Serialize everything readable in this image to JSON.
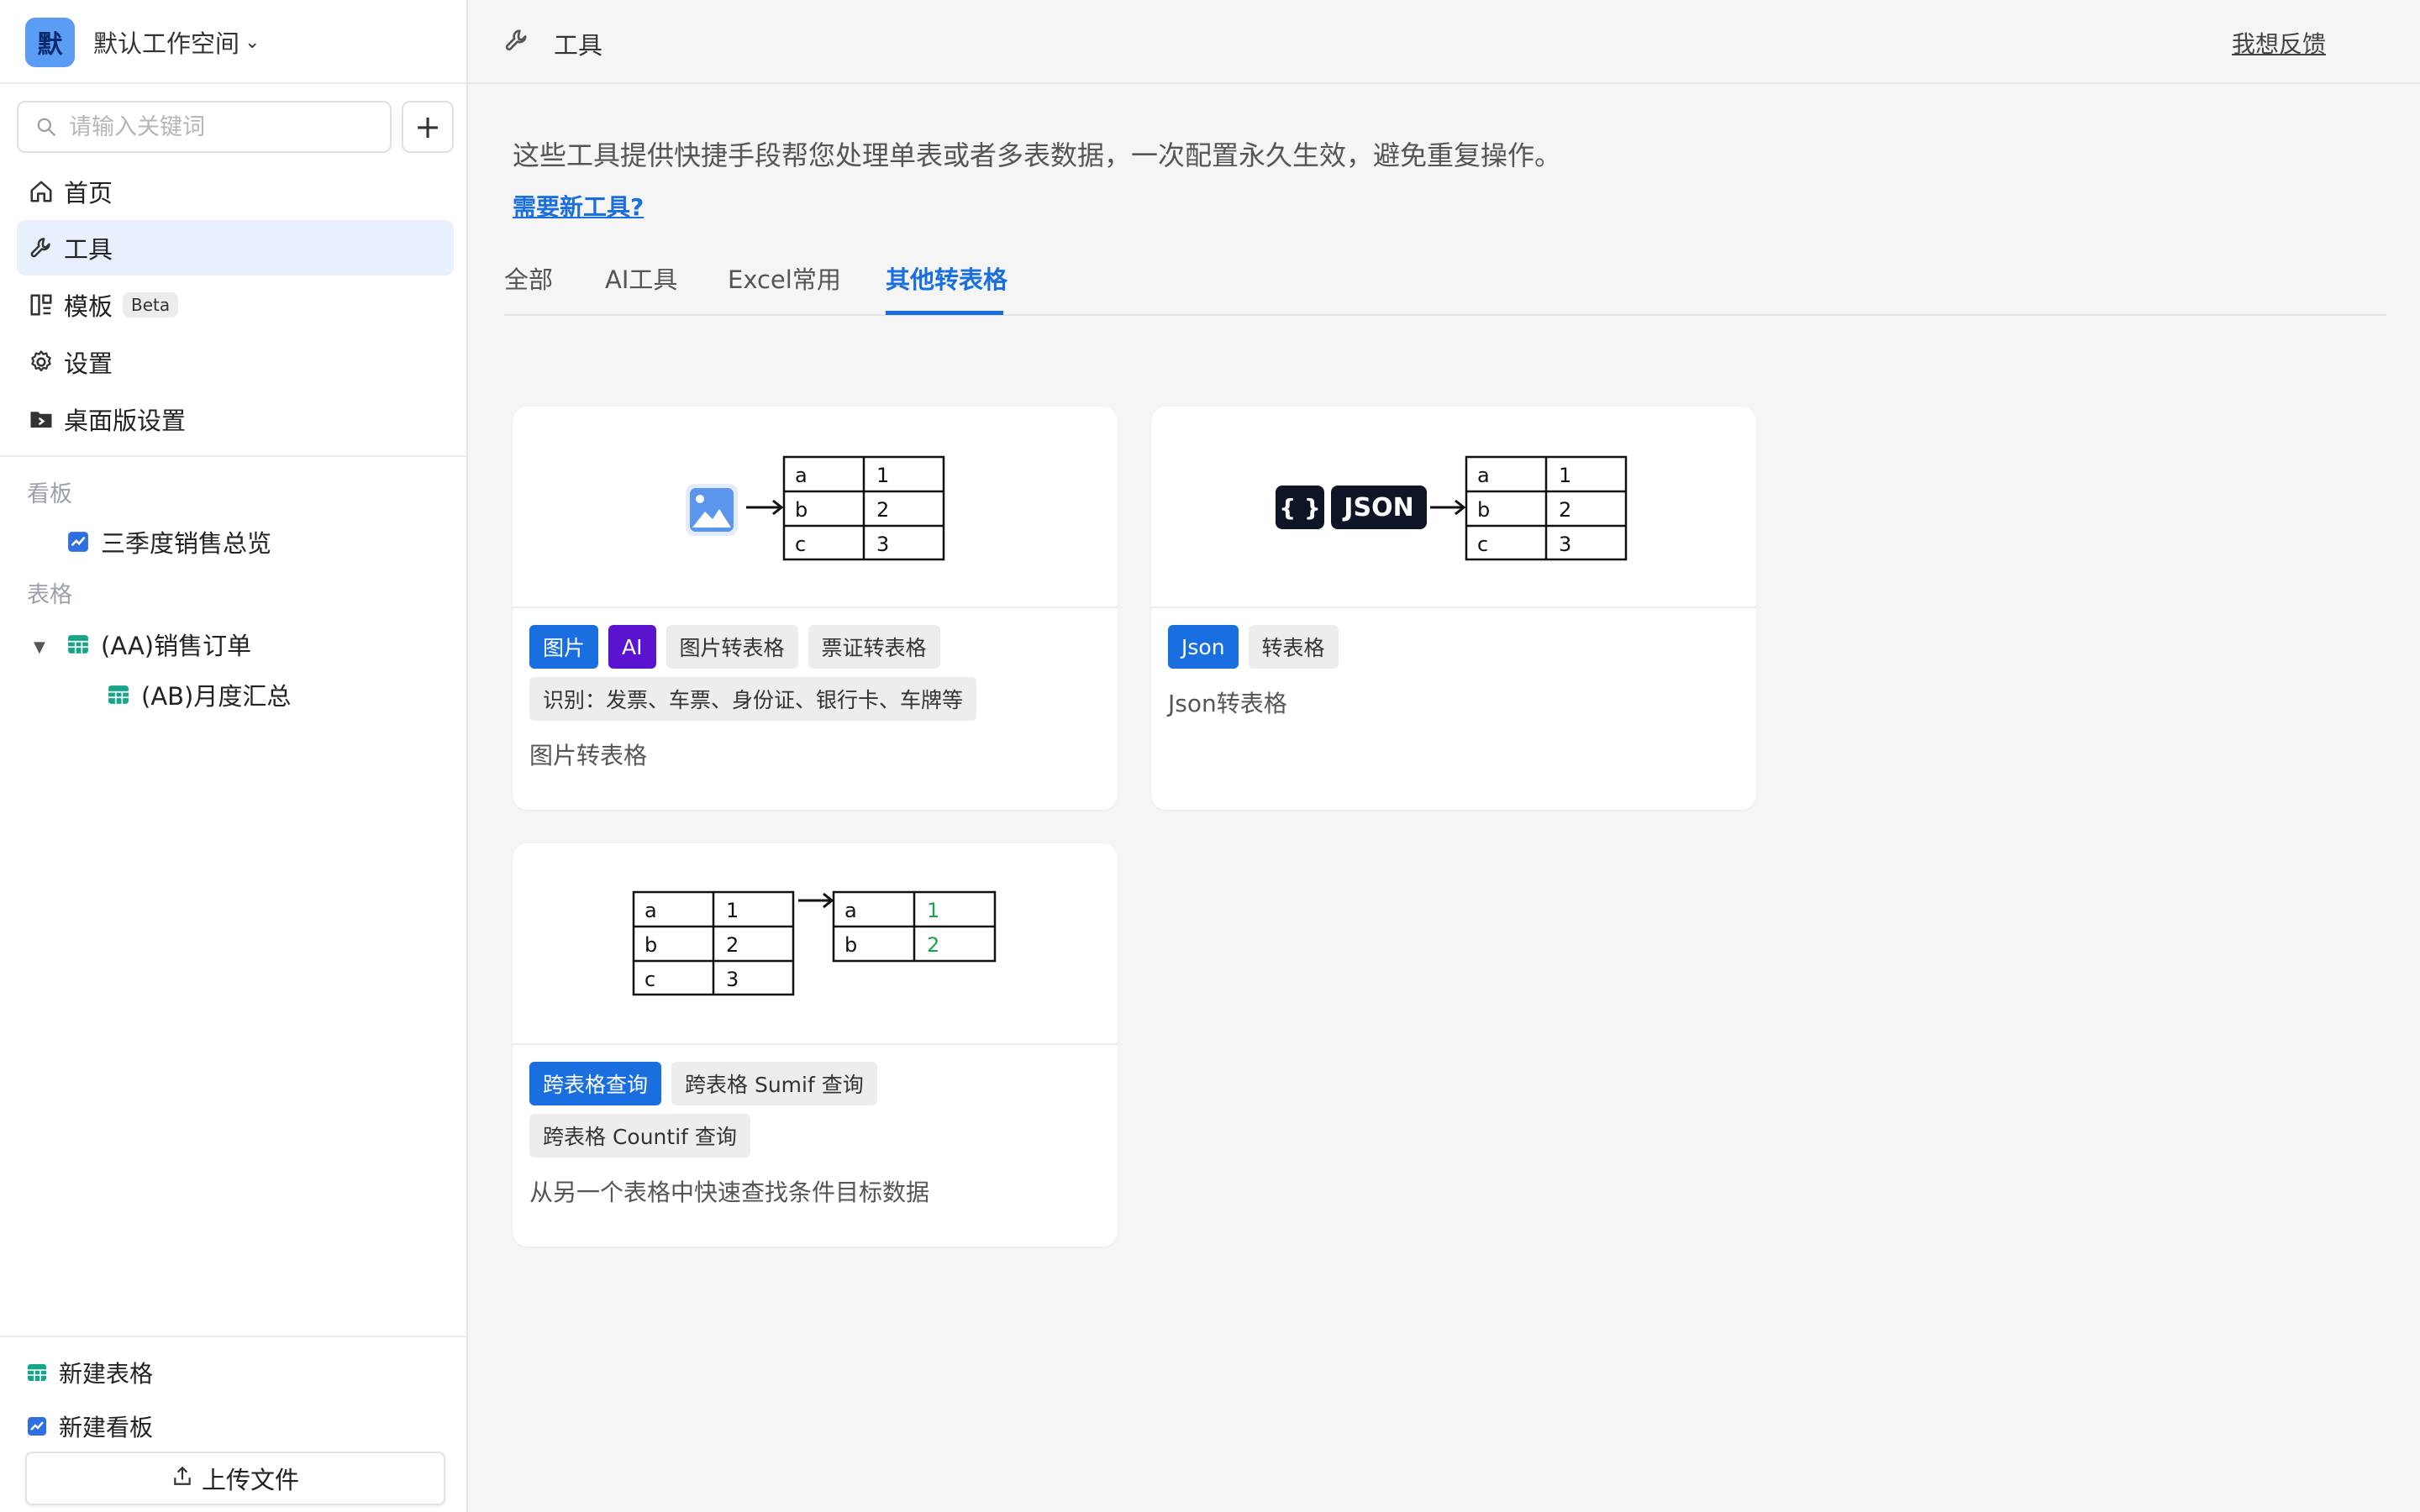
{
  "workspace": {
    "avatar_char": "默",
    "name": "默认工作空间"
  },
  "search": {
    "placeholder": "请输入关键词"
  },
  "nav": {
    "home": "首页",
    "tools": "工具",
    "templates": "模板",
    "templates_badge": "Beta",
    "settings": "设置",
    "desktop_settings": "桌面版设置"
  },
  "sections": {
    "dashboards_title": "看板",
    "dashboards": [
      "三季度销售总览"
    ],
    "tables_title": "表格",
    "table_parent": "(AA)销售订单",
    "table_child": "(AB)月度汇总"
  },
  "bottom": {
    "new_table": "新建表格",
    "new_dashboard": "新建看板",
    "upload": "上传文件"
  },
  "header": {
    "title": "工具",
    "feedback": "我想反馈"
  },
  "intro": {
    "text": "这些工具提供快捷手段帮您处理单表或者多表数据，一次配置永久生效，避免重复操作。",
    "link": "需要新工具?"
  },
  "tabs": [
    {
      "label": "全部"
    },
    {
      "label": "AI工具"
    },
    {
      "label": "Excel常用"
    },
    {
      "label": "其他转表格",
      "active": true
    }
  ],
  "table_rows": [
    [
      "a",
      "1"
    ],
    [
      "b",
      "2"
    ],
    [
      "c",
      "3"
    ]
  ],
  "json_badge": "JSON",
  "json_braces": "{ }",
  "cards": [
    {
      "tags_row1": [
        {
          "label": "图片",
          "style": "blue"
        },
        {
          "label": "AI",
          "style": "purple"
        },
        {
          "label": "图片转表格",
          "style": "gray"
        },
        {
          "label": "票证转表格",
          "style": "gray"
        }
      ],
      "tags_row2": [
        {
          "label": "识别：发票、车票、身份证、银行卡、车牌等",
          "style": "gray"
        }
      ],
      "description": "图片转表格"
    },
    {
      "tags_row1": [
        {
          "label": "Json",
          "style": "blue"
        },
        {
          "label": "转表格",
          "style": "gray"
        }
      ],
      "description": "Json转表格"
    },
    {
      "tags_row1": [
        {
          "label": "跨表格查询",
          "style": "blue"
        },
        {
          "label": "跨表格 Sumif 查询",
          "style": "gray"
        }
      ],
      "tags_row2": [
        {
          "label": "跨表格 Countif 查询",
          "style": "gray"
        }
      ],
      "description": "从另一个表格中快速查找条件目标数据"
    }
  ],
  "colors": {
    "accent": "#1a6fe0",
    "ai_tag": "#5a13cf",
    "highlight_value": "#1aa34a",
    "active_nav_bg": "#e8f0fd"
  }
}
